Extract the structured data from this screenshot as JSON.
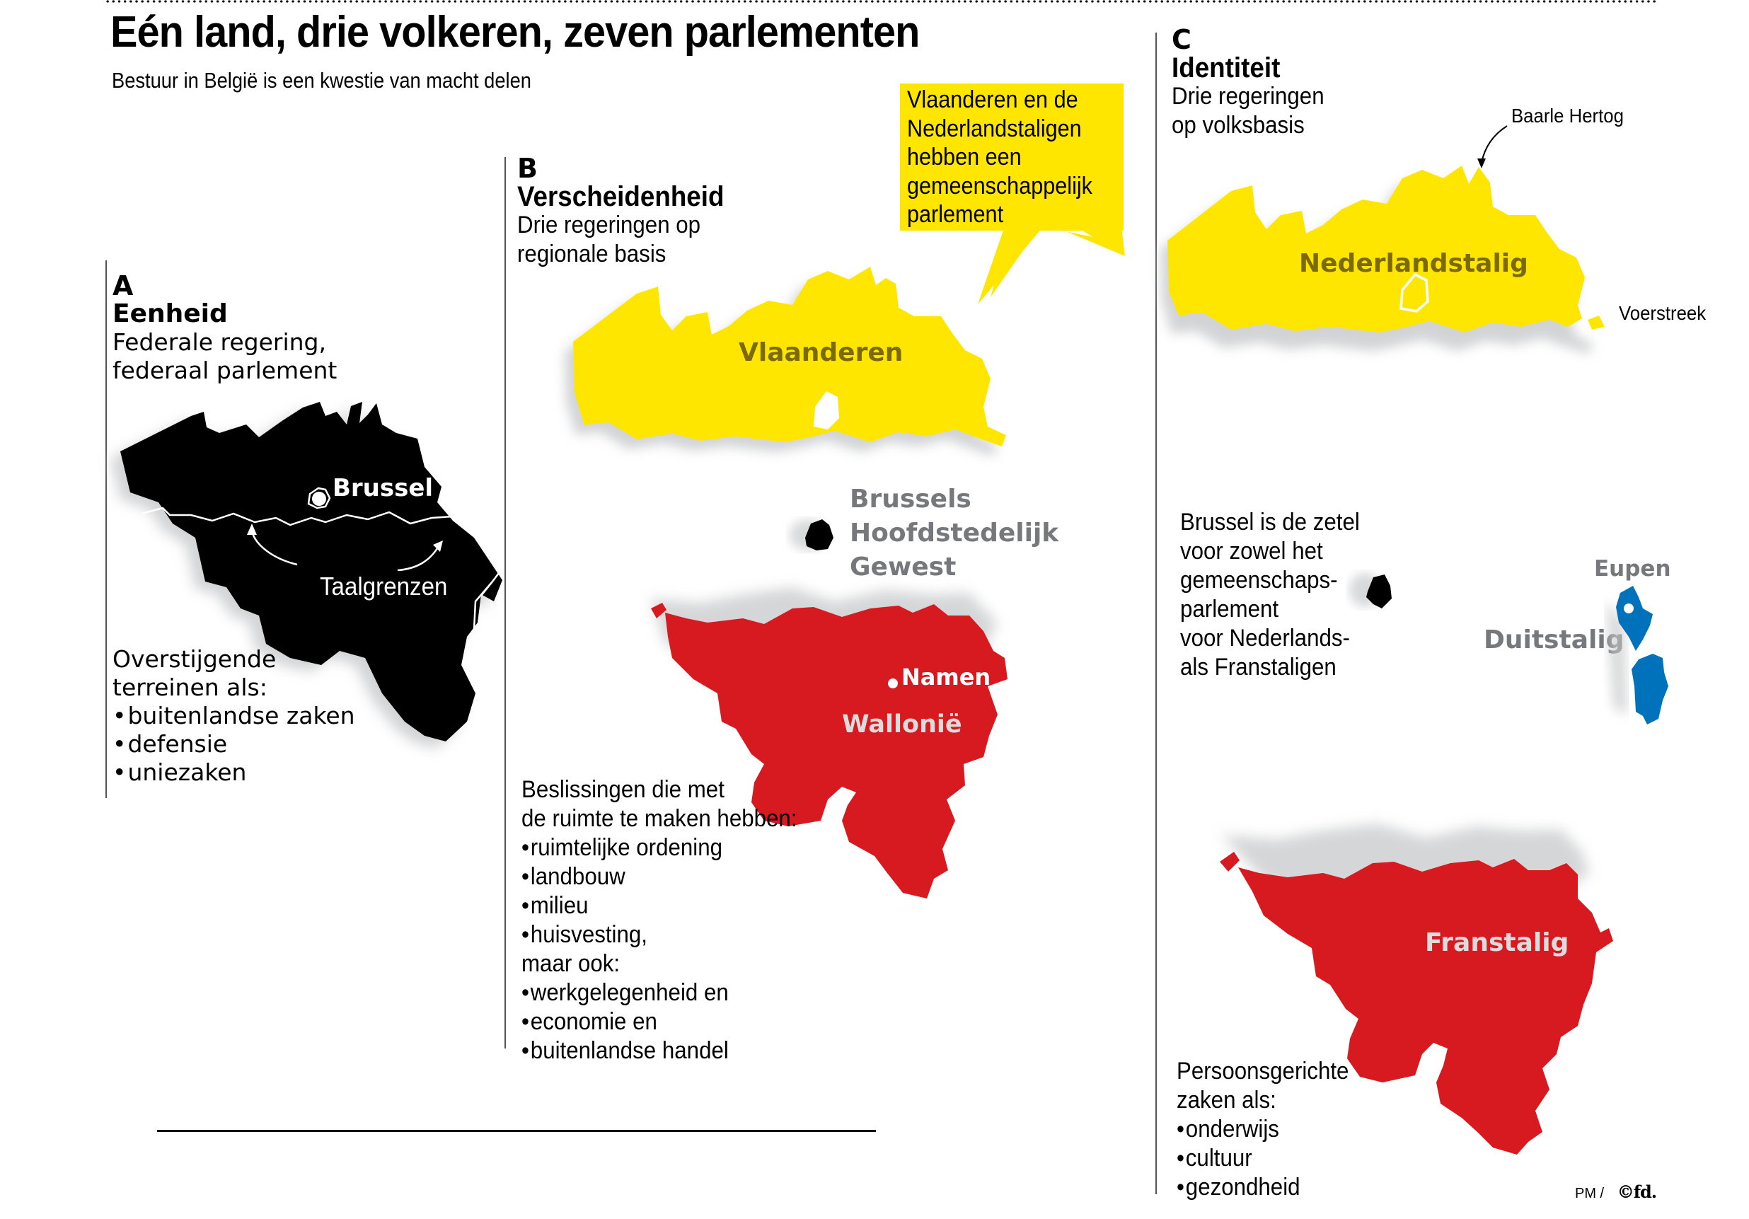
{
  "header": {
    "title": "Eén land, drie volkeren, zeven parlementen",
    "subtitle": "Bestuur in België is een kwestie van macht delen"
  },
  "colors": {
    "flanders_yellow": "#ffe600",
    "wallonia_red": "#d71920",
    "german_blue": "#0072bc",
    "federal_black": "#000000",
    "label_gray": "#77787b",
    "label_olive": "#7a6a00",
    "shadow_gray": "#d9dadb"
  },
  "section_a": {
    "letter": "A",
    "heading": "Eenheid",
    "subheading_lines": [
      "Federale regering,",
      "federaal parlement"
    ],
    "map": {
      "city_label": "Brussel",
      "border_label": "Taalgrenzen"
    },
    "intro_lines": [
      "Overstijgende",
      "terreinen als:"
    ],
    "items": [
      "buitenlandse zaken",
      "defensie",
      "uniezaken"
    ]
  },
  "section_b": {
    "letter": "B",
    "heading": "Verscheidenheid",
    "subheading_lines": [
      "Drie regeringen op",
      "regionale basis"
    ],
    "callout_lines": [
      "Vlaanderen en de",
      "Nederlandstaligen",
      "hebben een",
      "gemeenschappelijk",
      "parlement"
    ],
    "regions": {
      "flanders": "Vlaanderen",
      "brussels_lines": [
        "Brussels",
        "Hoofdstedelijk",
        "Gewest"
      ],
      "wallonia": "Wallonië",
      "wallonia_city": "Namen"
    },
    "intro_lines": [
      "Beslissingen die met",
      "de ruimte te maken hebben:"
    ],
    "items_1": [
      "ruimtelijke ordening",
      "landbouw",
      "milieu",
      "huisvesting,"
    ],
    "middle_line": "maar ook:",
    "items_2": [
      "werkgelegenheid en",
      "economie en",
      "buitenlandse handel"
    ]
  },
  "section_c": {
    "letter": "C",
    "heading": "Identiteit",
    "subheading_lines": [
      "Drie regeringen",
      "op volksbasis"
    ],
    "communities": {
      "dutch": "Nederlandstalig",
      "dutch_enclave": "Baarle Hertog",
      "dutch_exclave_east": "Voerstreek",
      "french": "Franstalig",
      "german": "Duitstalig",
      "german_city": "Eupen"
    },
    "brussels_note_lines": [
      "Brussel is de zetel",
      "voor zowel het",
      "gemeenschaps-",
      "parlement",
      "voor Nederlands-",
      "als Franstaligen"
    ],
    "intro_lines": [
      "Persoonsgerichte",
      "zaken als:"
    ],
    "items": [
      "onderwijs",
      "cultuur",
      "gezondheid"
    ]
  },
  "footer": {
    "credit_author": "PM /",
    "credit_logo": "©fd."
  }
}
